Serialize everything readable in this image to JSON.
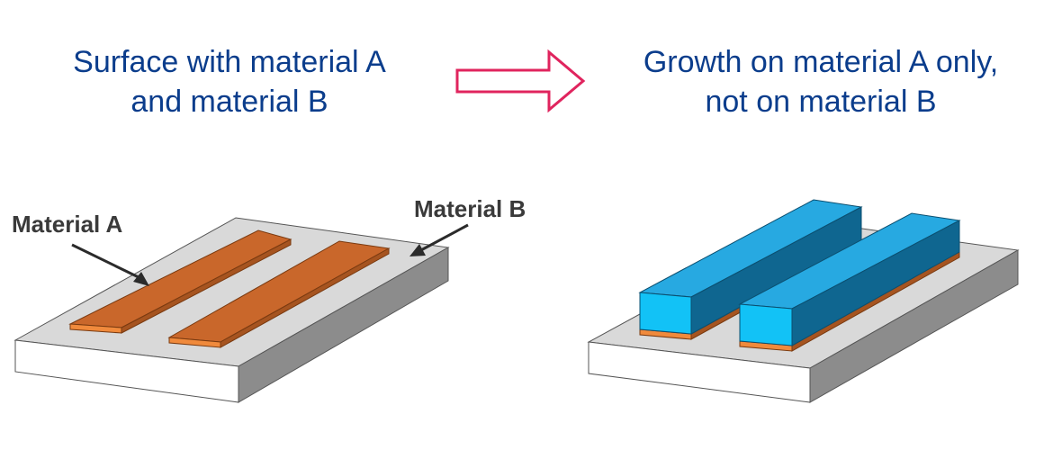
{
  "left_caption": {
    "line1": "Surface with material A",
    "line2": "and material B"
  },
  "right_caption": {
    "line1": "Growth on material A only,",
    "line2": "not on material B"
  },
  "labels": {
    "material_a": "Material A",
    "material_b": "Material B"
  },
  "colors": {
    "caption_text": "#0b3d8c",
    "arrow_outline": "#e0245e",
    "substrate_top": "#d9d9d9",
    "substrate_front": "#ffffff",
    "substrate_side": "#8c8c8c",
    "material_a_top": "#c9672b",
    "material_a_edge": "#f08a3c",
    "growth_top": "#27a9e1",
    "growth_front": "#12c2f6",
    "growth_side": "#0f6690"
  }
}
